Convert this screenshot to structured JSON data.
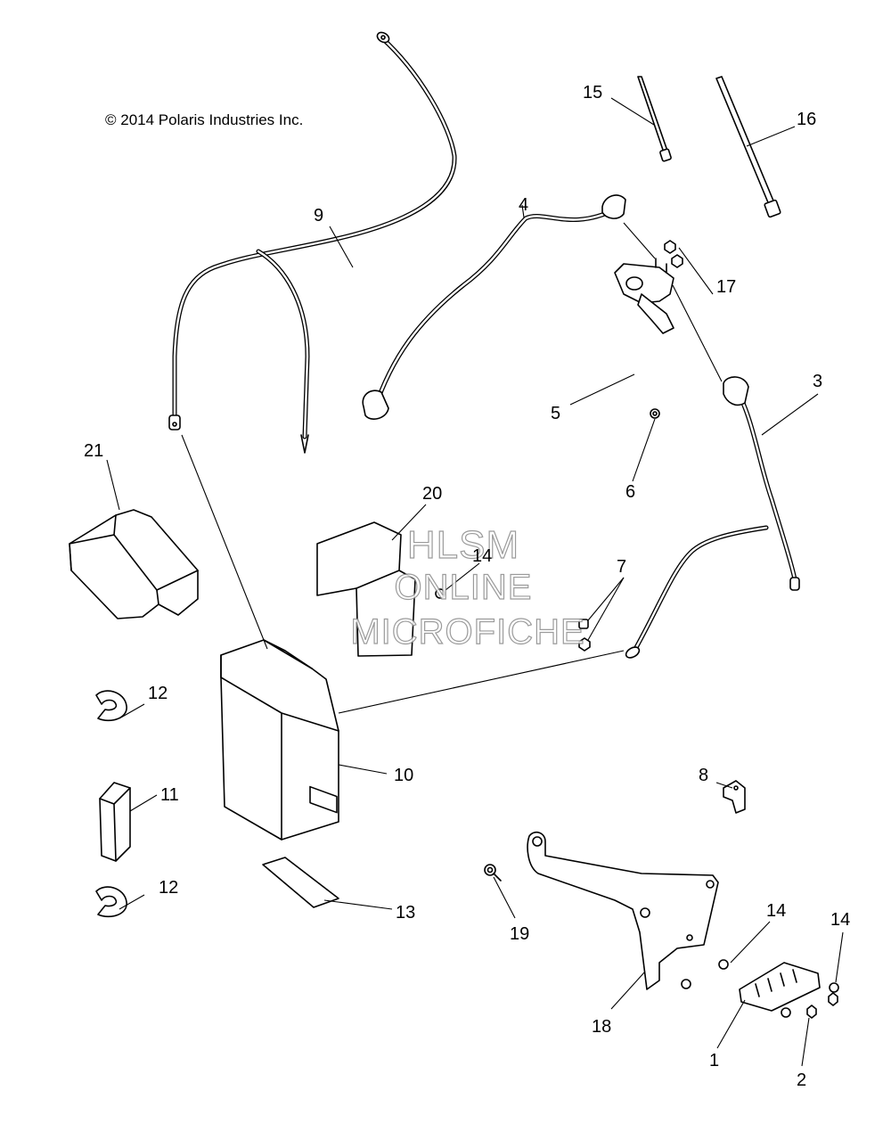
{
  "copyright": "© 2014 Polaris Industries Inc.",
  "watermark": {
    "line1": "HLSM",
    "line2": "ONLINE",
    "line3": "MICROFICHE"
  },
  "callouts": {
    "c1": "1",
    "c2": "2",
    "c3": "3",
    "c4": "4",
    "c5": "5",
    "c6": "6",
    "c7": "7",
    "c8": "8",
    "c9": "9",
    "c10": "10",
    "c11": "11",
    "c12a": "12",
    "c12b": "12",
    "c13": "13",
    "c14a": "14",
    "c14b": "14",
    "c14c": "14",
    "c15": "15",
    "c16": "16",
    "c17": "17",
    "c18": "18",
    "c19": "19",
    "c20": "20",
    "c21": "21"
  }
}
